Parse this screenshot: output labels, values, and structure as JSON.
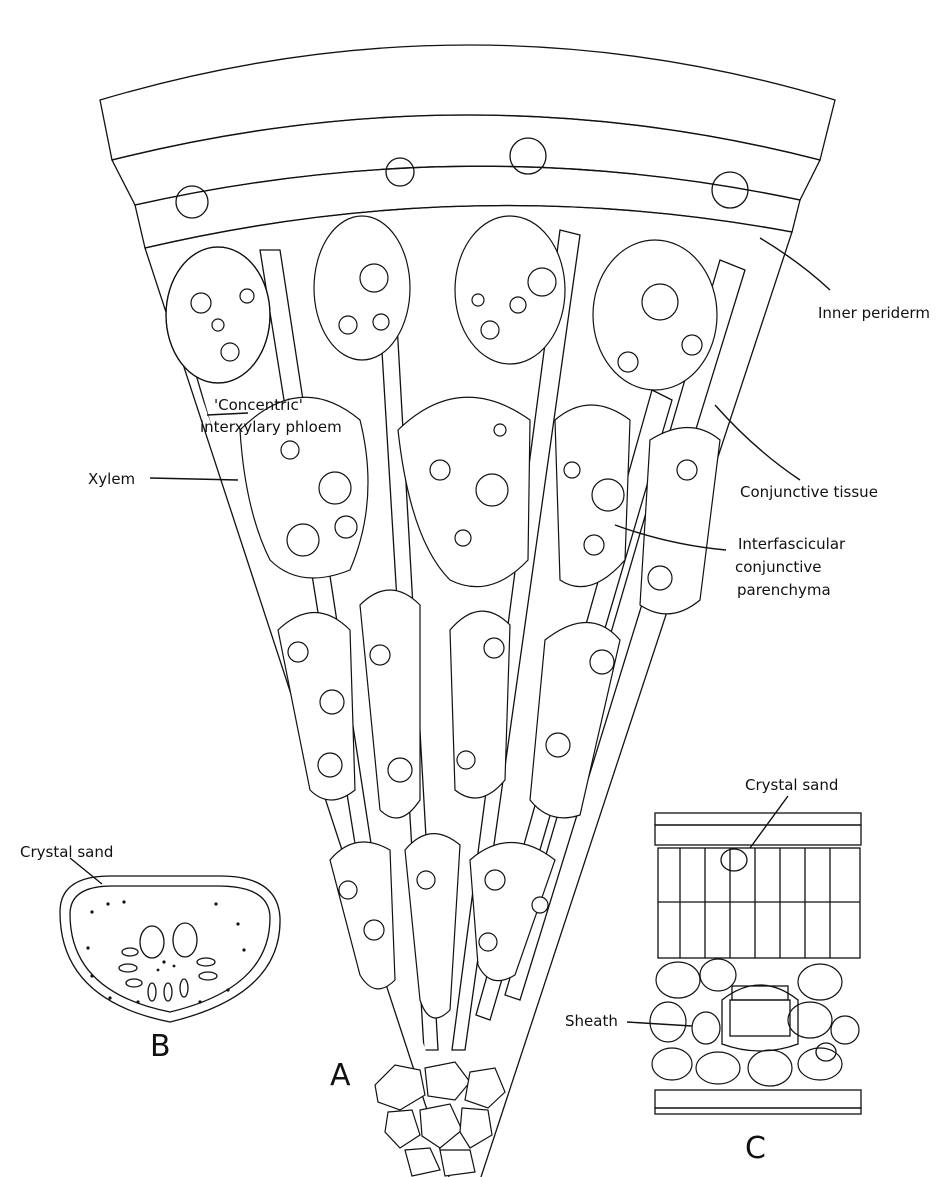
{
  "labels": {
    "inner_periderm": "Inner periderm",
    "concentric_line1": "'Concentric'",
    "concentric_line2": "interxylary phloem",
    "xylem": "Xylem",
    "conjunctive_tissue": "Conjunctive tissue",
    "interfascicular_line1": "Interfascicular",
    "interfascicular_line2": "conjunctive",
    "interfascicular_line3": "parenchyma",
    "crystal_sand_c": "Crystal sand",
    "crystal_sand_b": "Crystal sand",
    "sheath": "Sheath"
  },
  "panels": {
    "a": "A",
    "b": "B",
    "c": "C"
  }
}
